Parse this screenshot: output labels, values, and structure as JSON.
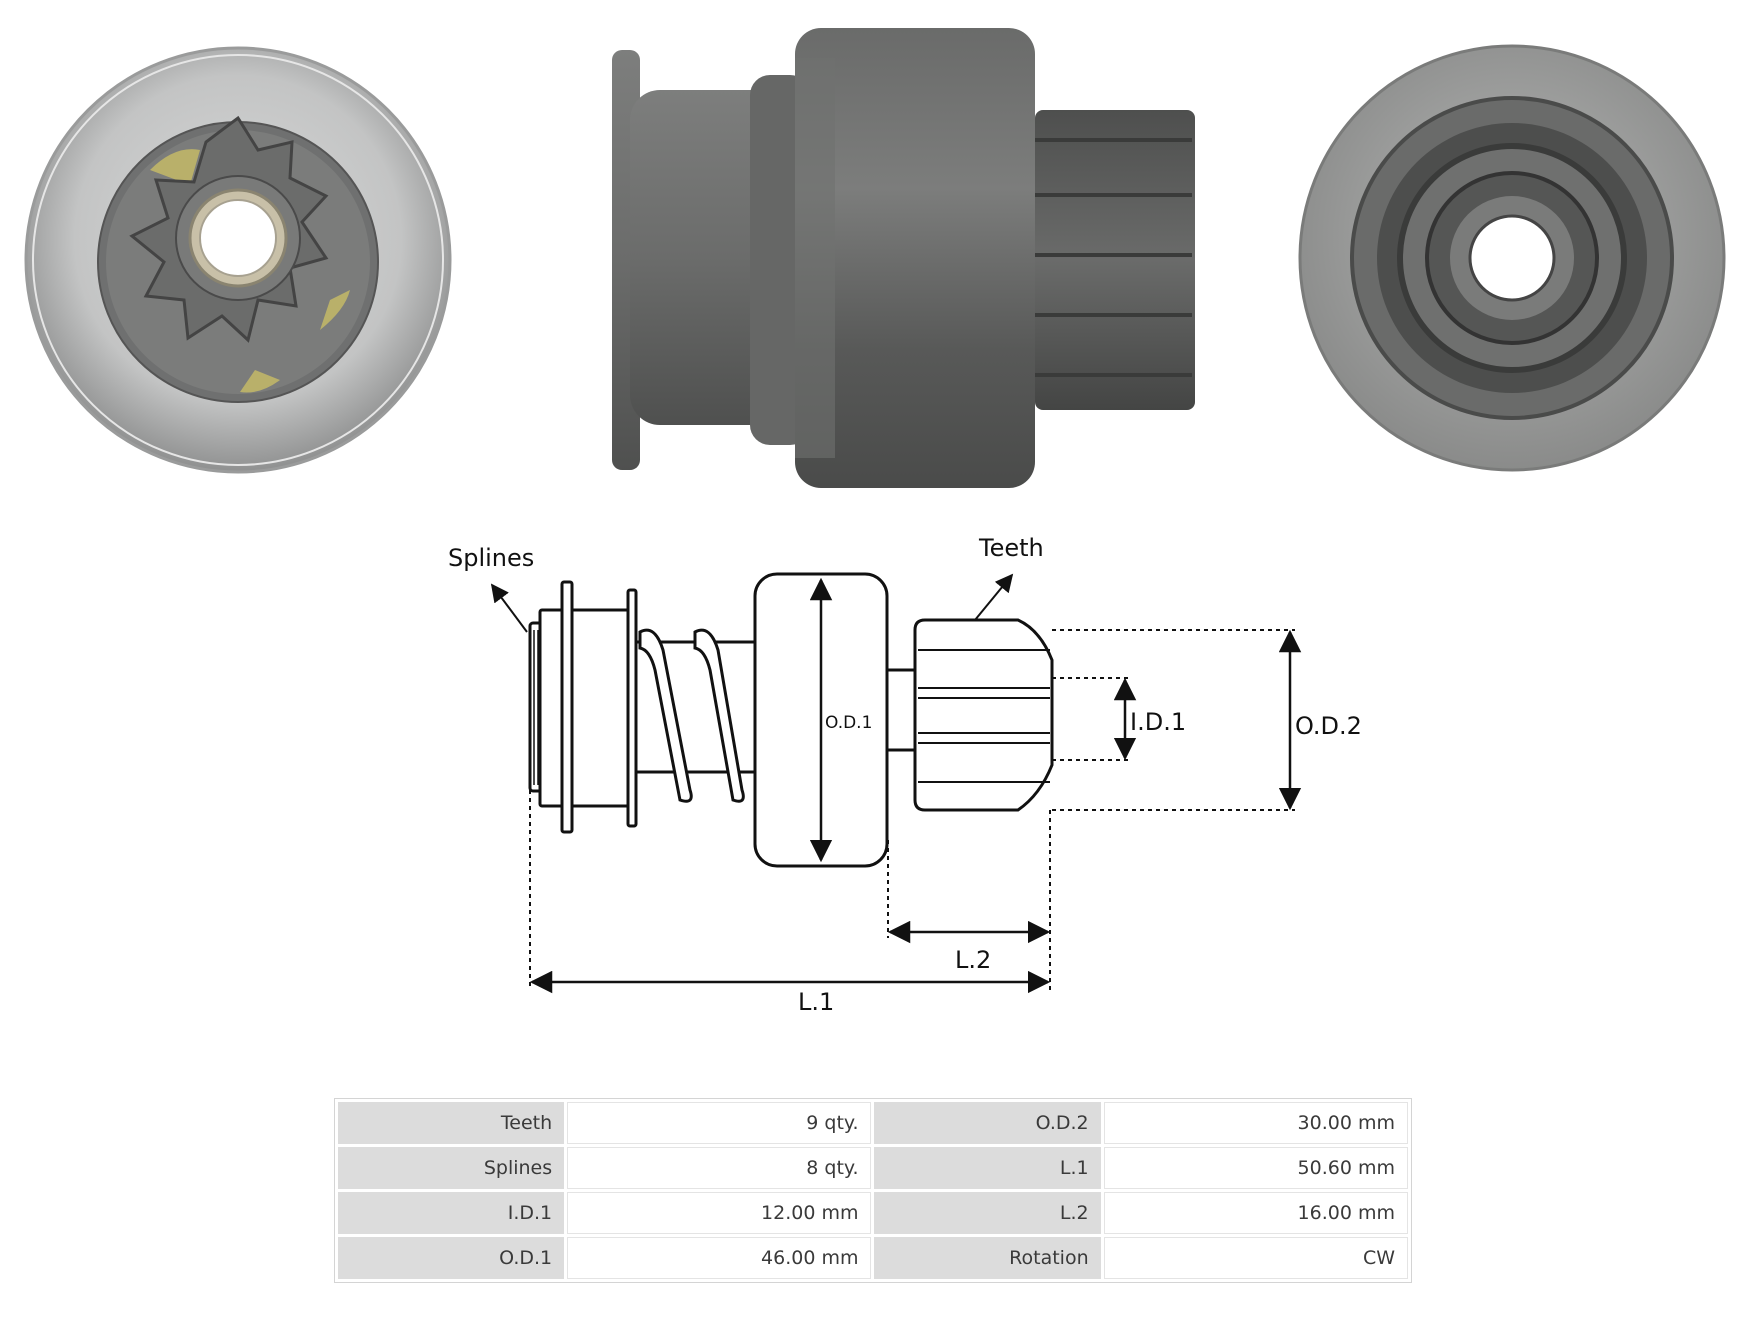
{
  "diagram": {
    "labels": {
      "splines": "Splines",
      "teeth": "Teeth",
      "od1": "O.D.1",
      "id1": "I.D.1",
      "od2": "O.D.2",
      "l2": "L.2",
      "l1": "L.1"
    }
  },
  "specs": {
    "rows": [
      {
        "left_label": "Teeth",
        "left_value": "9 qty.",
        "right_label": "O.D.2",
        "right_value": "30.00 mm"
      },
      {
        "left_label": "Splines",
        "left_value": "8 qty.",
        "right_label": "L.1",
        "right_value": "50.60 mm"
      },
      {
        "left_label": "I.D.1",
        "left_value": "12.00 mm",
        "right_label": "L.2",
        "right_value": "16.00 mm"
      },
      {
        "left_label": "O.D.1",
        "left_value": "46.00 mm",
        "right_label": "Rotation",
        "right_value": "CW"
      }
    ]
  },
  "colors": {
    "metal_light": "#c4c5c5",
    "metal_dark": "#5e5f5e",
    "table_label_bg": "#dcdcdc"
  }
}
